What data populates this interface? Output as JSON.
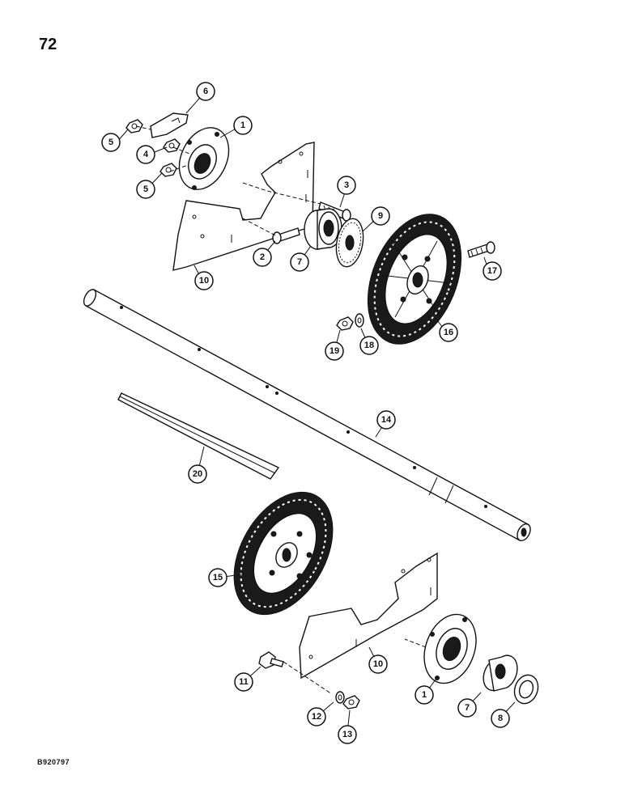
{
  "page": {
    "number": "72",
    "drawing_code": "B920797"
  },
  "callouts": [
    {
      "id": "c1a",
      "label": "1"
    },
    {
      "id": "c2",
      "label": "2"
    },
    {
      "id": "c3",
      "label": "3"
    },
    {
      "id": "c4",
      "label": "4"
    },
    {
      "id": "c5a",
      "label": "5"
    },
    {
      "id": "c5b",
      "label": "5"
    },
    {
      "id": "c6",
      "label": "6"
    },
    {
      "id": "c7a",
      "label": "7"
    },
    {
      "id": "c9",
      "label": "9"
    },
    {
      "id": "c10a",
      "label": "10"
    },
    {
      "id": "c16",
      "label": "16"
    },
    {
      "id": "c17",
      "label": "17"
    },
    {
      "id": "c18",
      "label": "18"
    },
    {
      "id": "c19",
      "label": "19"
    },
    {
      "id": "c14",
      "label": "14"
    },
    {
      "id": "c20",
      "label": "20"
    },
    {
      "id": "c15",
      "label": "15"
    },
    {
      "id": "c10b",
      "label": "10"
    },
    {
      "id": "c11",
      "label": "11"
    },
    {
      "id": "c1b",
      "label": "1"
    },
    {
      "id": "c7b",
      "label": "7"
    },
    {
      "id": "c8",
      "label": "8"
    },
    {
      "id": "c12",
      "label": "12"
    },
    {
      "id": "c13",
      "label": "13"
    }
  ]
}
